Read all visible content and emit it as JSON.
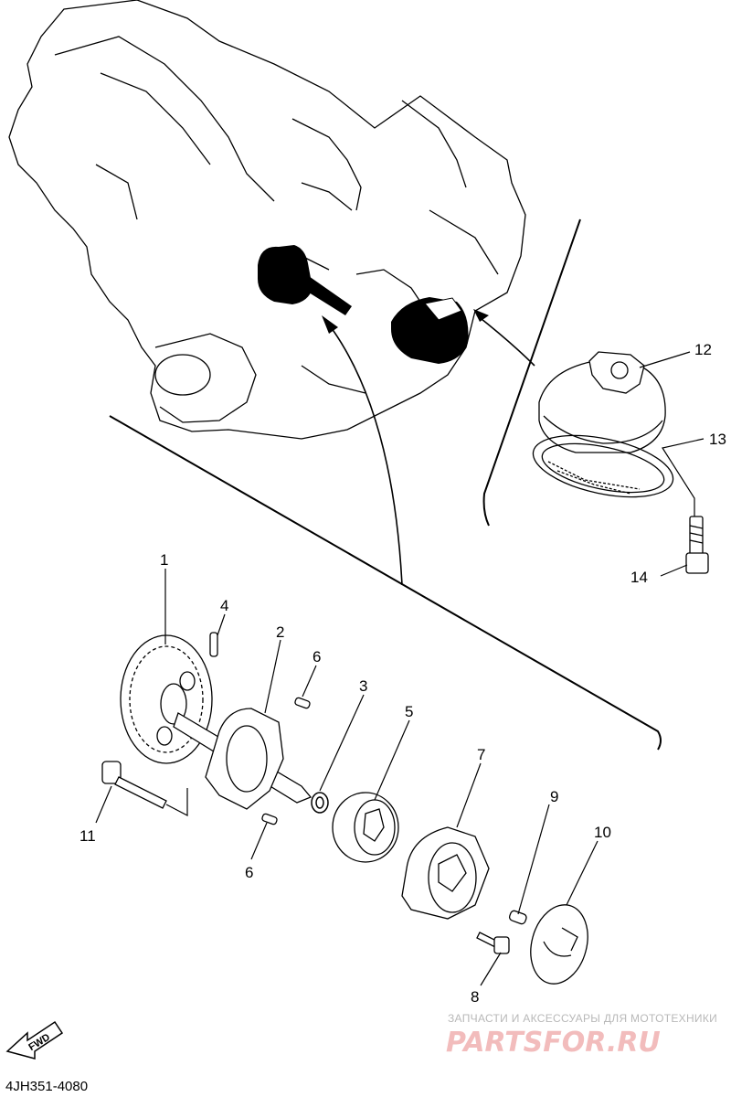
{
  "diagram": {
    "callouts": [
      "1",
      "2",
      "3",
      "4",
      "5",
      "6",
      "6",
      "7",
      "8",
      "9",
      "10",
      "11",
      "12",
      "13",
      "14"
    ],
    "fwd_label": "FWD",
    "figure_code": "4JH351-4080"
  },
  "watermark": {
    "subtitle": "ЗАПЧАСТИ И АКСЕССУАРЫ ДЛЯ МОТОТЕХНИКИ",
    "brand": "PARTSFOR.RU"
  },
  "colors": {
    "line": "#000000",
    "watermark_text": "#b8b8b8",
    "watermark_brand": "#f2bcbc"
  }
}
